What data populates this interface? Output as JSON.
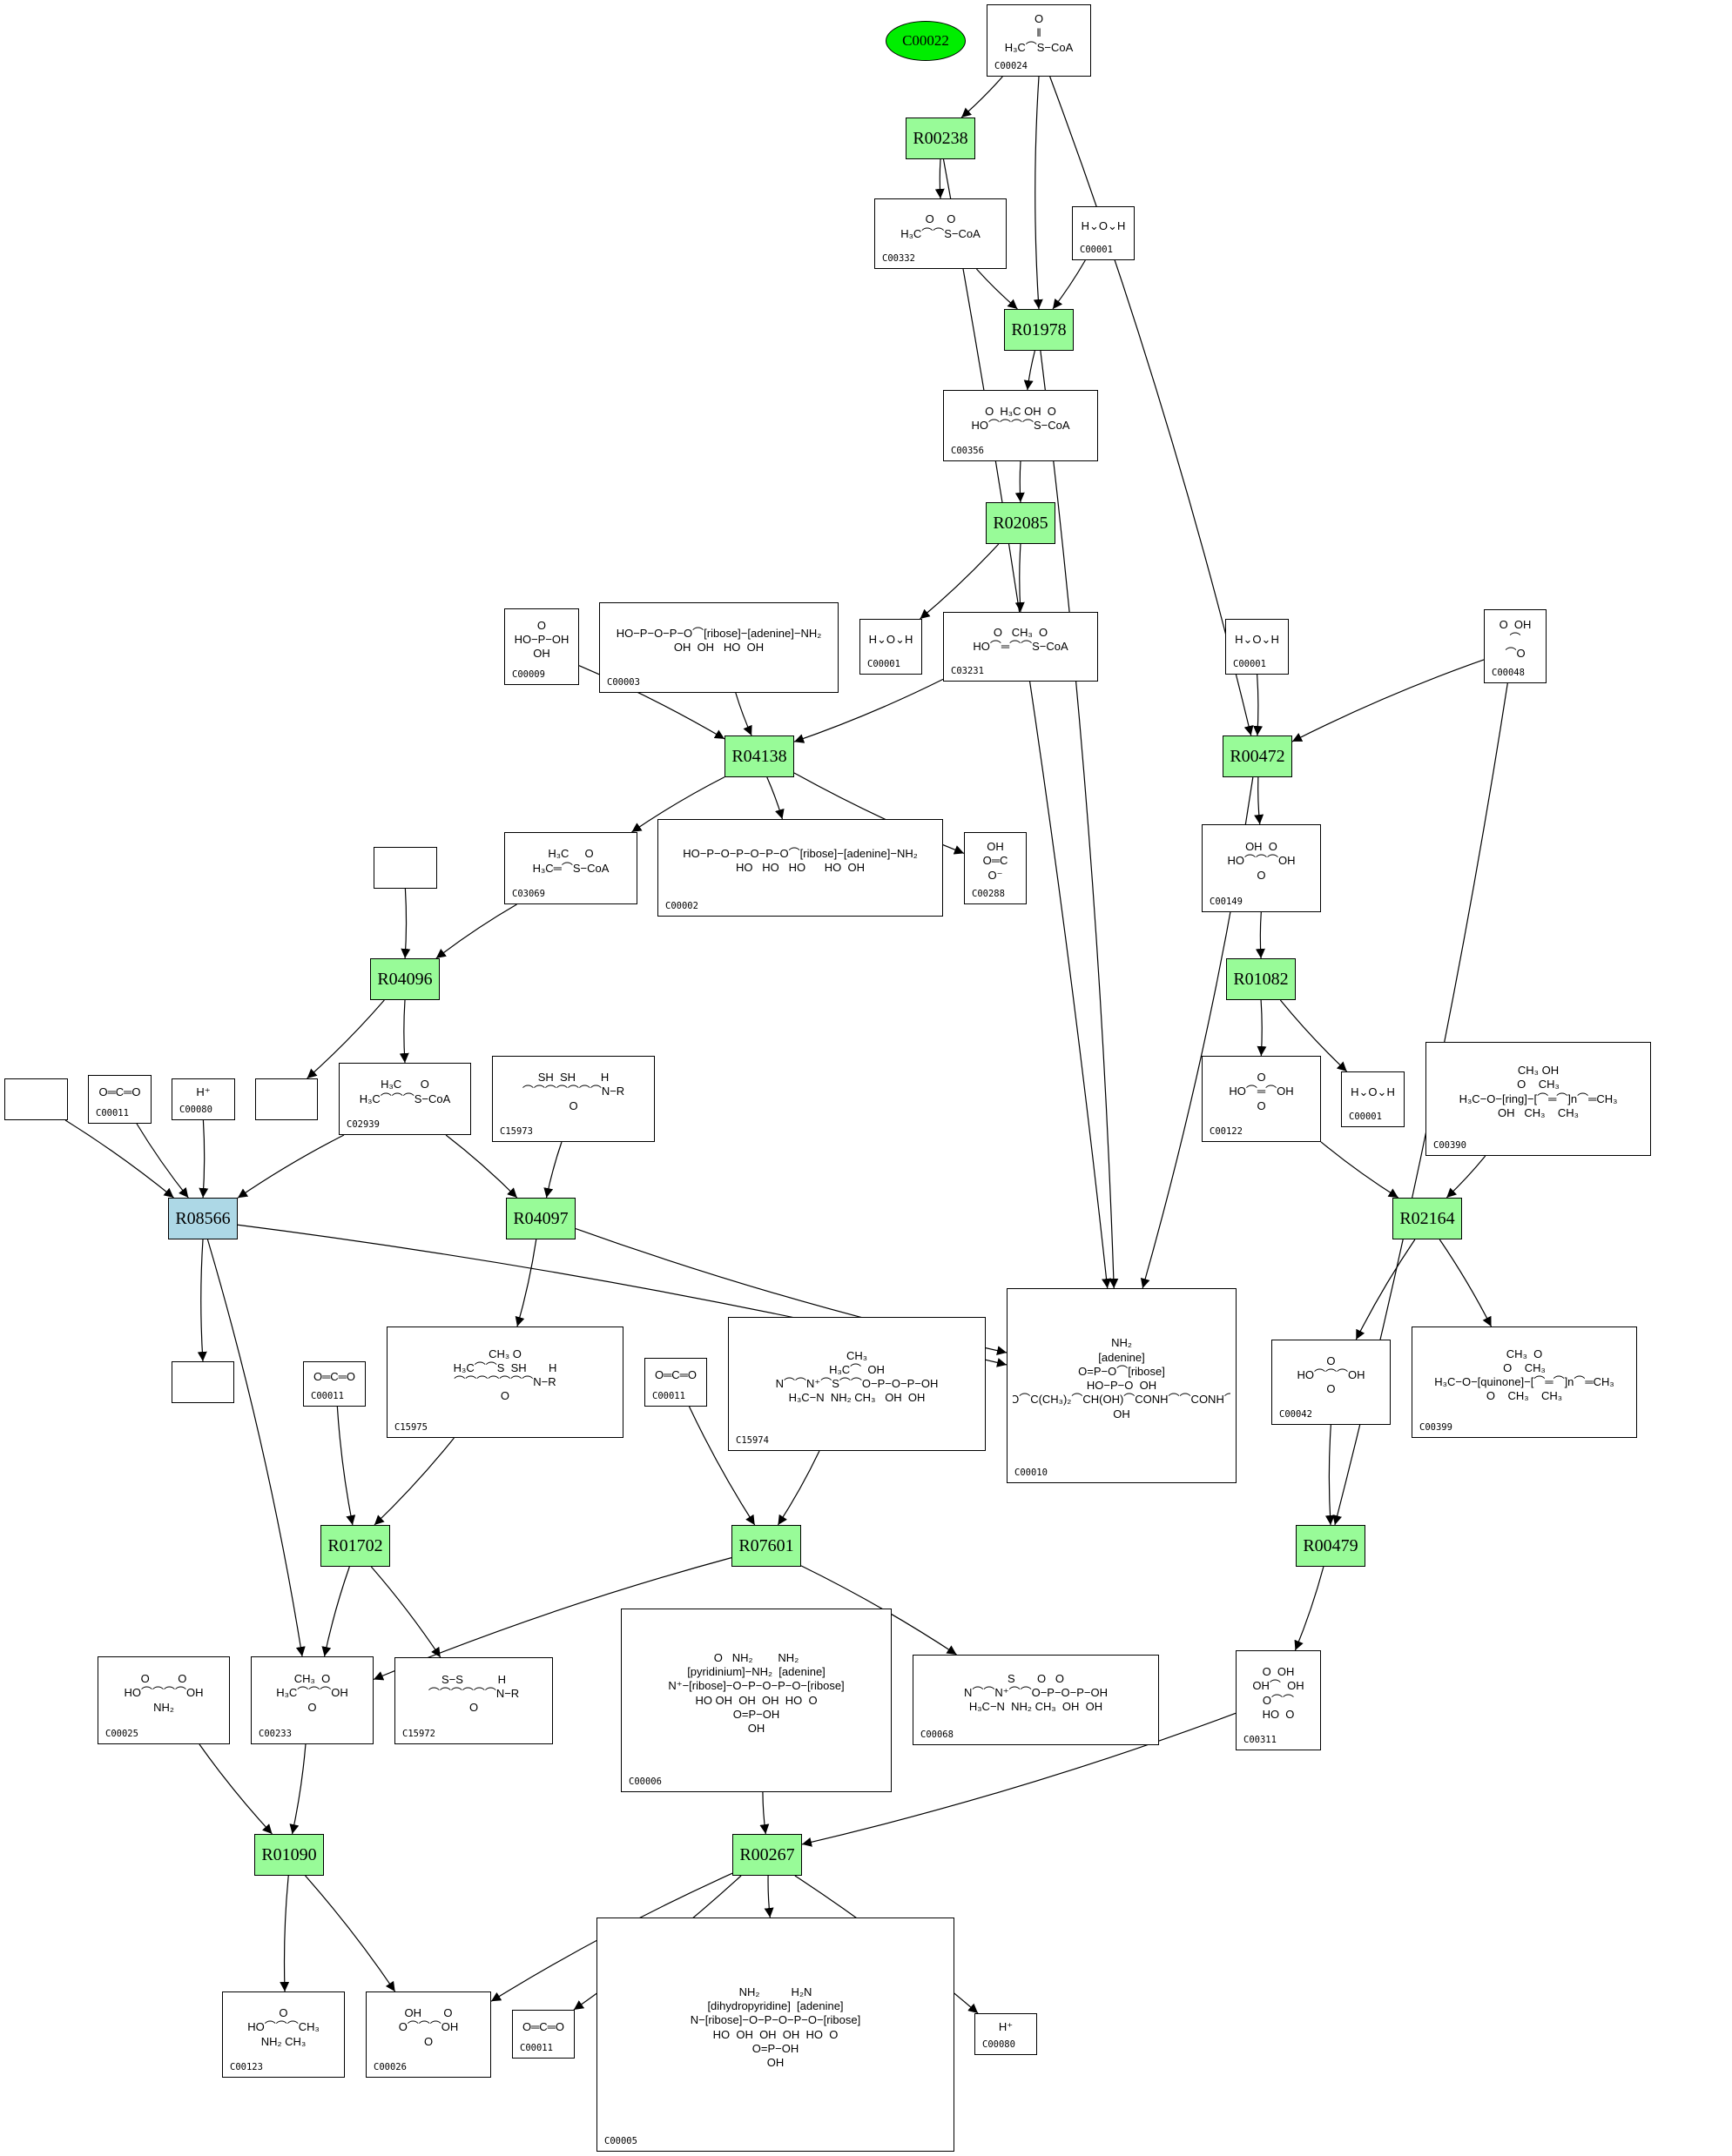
{
  "colors": {
    "reaction_fill": "#98fb98",
    "reaction_highlight_fill": "#add8e6",
    "start_node_fill": "#00ee00",
    "edge": "#000000"
  },
  "start_node": {
    "id": "C00022"
  },
  "reactions": {
    "R00238": "R00238",
    "R01978": "R01978",
    "R02085": "R02085",
    "R04138": "R04138",
    "R00472": "R00472",
    "R04096": "R04096",
    "R01082": "R01082",
    "R08566": "R08566",
    "R04097": "R04097",
    "R02164": "R02164",
    "R01702": "R01702",
    "R07601": "R07601",
    "R00479": "R00479",
    "R01090": "R01090",
    "R00267": "R00267"
  },
  "compounds": {
    "c00024": {
      "id": "C00024",
      "structure": "O\n‖\nH₃C⌒S−CoA"
    },
    "c00332": {
      "id": "C00332",
      "structure": "O    O\nH₃C⌒⌒S−CoA"
    },
    "c00001a": {
      "id": "C00001",
      "structure": "H⌄O⌄H"
    },
    "c00356": {
      "id": "C00356",
      "structure": "O  H₃C OH  O\nHO⌒⌒⌒⌒S−CoA"
    },
    "c00009": {
      "id": "C00009",
      "structure": "O\nHO−P−OH\nOH"
    },
    "c00003": {
      "id": "C00003",
      "structure": "HO−P−O−P−O⌒[ribose]−[adenine]−NH₂\nOH  OH   HO  OH"
    },
    "c00001b": {
      "id": "C00001",
      "structure": "H⌄O⌄H"
    },
    "c03231": {
      "id": "C03231",
      "structure": "O   CH₃  O\nHO⌒═⌒⌒S−CoA"
    },
    "c00001c": {
      "id": "C00001",
      "structure": "H⌄O⌄H"
    },
    "c00048": {
      "id": "C00048",
      "structure": "O  OH\n⌒\n⌒O"
    },
    "c03069": {
      "id": "C03069",
      "structure": "H₃C     O\nH₃C═⌒S−CoA"
    },
    "c00002": {
      "id": "C00002",
      "structure": "HO−P−O−P−O−P−O⌒[ribose]−[adenine]−NH₂\nHO   HO   HO      HO  OH"
    },
    "c00288": {
      "id": "C00288",
      "structure": "OH\nO═C\nO⁻"
    },
    "c00149": {
      "id": "C00149",
      "structure": "OH  O\nHO⌒⌒⌒OH\nO"
    },
    "empty1": {
      "id": "",
      "structure": ""
    },
    "empty2": {
      "id": "",
      "structure": ""
    },
    "emptyl": {
      "id": "",
      "structure": ""
    },
    "c00011a": {
      "id": "C00011",
      "structure": "O═C═O"
    },
    "c00080a": {
      "id": "C00080",
      "structure": "H⁺"
    },
    "c02939": {
      "id": "C02939",
      "structure": "H₃C      O\nH₃C⌒⌒⌒S−CoA"
    },
    "c15973": {
      "id": "C15973",
      "structure": "SH  SH        H\n⌒⌒⌒⌒⌒⌒⌒N−R\nO"
    },
    "c00122": {
      "id": "C00122",
      "structure": "O\nHO⌒═⌒OH\nO"
    },
    "c00001d": {
      "id": "C00001",
      "structure": "H⌄O⌄H"
    },
    "c00390": {
      "id": "C00390",
      "structure": "CH₃ OH\nO    CH₃\nH₃C−O−[ring]−[⌒═⌒]n⌒═CH₃\nOH   CH₃    CH₃"
    },
    "c00010": {
      "id": "C00010",
      "structure": "NH₂\n[adenine]\nO=P−O⌒[ribose]\nHO−P−O  OH\nO=P−O⌒C(CH₃)₂⌒CH(OH)⌒CONH⌒⌒CONH⌒⌒SH\nOH"
    },
    "c00042": {
      "id": "C00042",
      "structure": "O\nHO⌒⌒⌒OH\nO"
    },
    "c00399": {
      "id": "C00399",
      "structure": "CH₃  O\nO    CH₃\nH₃C−O−[quinone]−[⌒═⌒]n⌒═CH₃\nO    CH₃    CH₃"
    },
    "empty3": {
      "id": "",
      "structure": ""
    },
    "c00011b": {
      "id": "C00011",
      "structure": "O═C═O"
    },
    "c15975": {
      "id": "C15975",
      "structure": "CH₃ O\nH₃C⌒⌒S  SH       H\n⌒⌒⌒⌒⌒⌒⌒N−R\nO"
    },
    "c00011c": {
      "id": "C00011",
      "structure": "O═C═O"
    },
    "c15974": {
      "id": "C15974",
      "structure": "CH₃\nH₃C⌒  OH\nN⌒⌒N⁺⌒S⌒⌒O−P−O−P−OH\nH₃C−N  NH₂ CH₃   OH  OH"
    },
    "c00025": {
      "id": "C00025",
      "structure": "O         O\nHO⌒⌒⌒⌒OH\nNH₂"
    },
    "c00233": {
      "id": "C00233",
      "structure": "CH₃  O\nH₃C⌒⌒⌒OH\nO"
    },
    "c15972": {
      "id": "C15972",
      "structure": "S−S           H\n⌒⌒⌒⌒⌒⌒N−R\nO"
    },
    "c00006": {
      "id": "C00006",
      "structure": "O   NH₂        NH₂\n[pyridinium]−NH₂  [adenine]\nN⁺−[ribose]−O−P−O−P−O−[ribose]\nHO OH  OH  OH  HO  O\nO=P−OH\nOH"
    },
    "c00068": {
      "id": "C00068",
      "structure": "S       O   O\nN⌒⌒N⁺⌒⌒O−P−O−P−OH\nH₃C−N  NH₂ CH₃  OH  OH"
    },
    "c00311": {
      "id": "C00311",
      "structure": "O  OH\nOH⌒  OH\nO⌒⌒\nHO  O"
    },
    "c00123": {
      "id": "C00123",
      "structure": "O\nHO⌒⌒⌒CH₃\nNH₂ CH₃"
    },
    "c00026": {
      "id": "C00026",
      "structure": "OH       O\nO⌒⌒⌒OH\nO"
    },
    "c00011d": {
      "id": "C00011",
      "structure": "O═C═O"
    },
    "c00005": {
      "id": "C00005",
      "structure": "NH₂          H₂N\n[dihydropyridine]  [adenine]\nN−[ribose]−O−P−O−P−O−[ribose]\nHO  OH  OH  OH  HO  O\nO=P−OH\nOH"
    },
    "c00080b": {
      "id": "C00080",
      "structure": "H⁺"
    }
  },
  "edges": [
    [
      "c00024",
      "R00238"
    ],
    [
      "c00024",
      "R01978"
    ],
    [
      "c00024",
      "R00472"
    ],
    [
      "R00238",
      "c00332"
    ],
    [
      "R00238",
      "c00010"
    ],
    [
      "c00332",
      "R01978"
    ],
    [
      "c00001a",
      "R01978"
    ],
    [
      "R01978",
      "c00356"
    ],
    [
      "R01978",
      "c00010"
    ],
    [
      "c00356",
      "R02085"
    ],
    [
      "R02085",
      "c00001b"
    ],
    [
      "R02085",
      "c03231"
    ],
    [
      "c00009",
      "R04138"
    ],
    [
      "c00003",
      "R04138"
    ],
    [
      "c03231",
      "R04138"
    ],
    [
      "R04138",
      "c03069"
    ],
    [
      "R04138",
      "c00002"
    ],
    [
      "R04138",
      "c00288"
    ],
    [
      "c00001c",
      "R00472"
    ],
    [
      "c00048",
      "R00472"
    ],
    [
      "c00048",
      "R00479"
    ],
    [
      "R00472",
      "c00149"
    ],
    [
      "R00472",
      "c00010"
    ],
    [
      "c00149",
      "R01082"
    ],
    [
      "R01082",
      "c00122"
    ],
    [
      "R01082",
      "c00001d"
    ],
    [
      "empty1",
      "R04096"
    ],
    [
      "c03069",
      "R04096"
    ],
    [
      "R04096",
      "empty2"
    ],
    [
      "R04096",
      "c02939"
    ],
    [
      "emptyl",
      "R08566"
    ],
    [
      "c00011a",
      "R08566"
    ],
    [
      "c00080a",
      "R08566"
    ],
    [
      "c02939",
      "R08566"
    ],
    [
      "c02939",
      "R04097"
    ],
    [
      "c15973",
      "R04097"
    ],
    [
      "R08566",
      "c00010"
    ],
    [
      "R08566",
      "empty3"
    ],
    [
      "R08566",
      "c00233"
    ],
    [
      "R04097",
      "c00010"
    ],
    [
      "R04097",
      "c15975"
    ],
    [
      "c00122",
      "R02164"
    ],
    [
      "c00390",
      "R02164"
    ],
    [
      "R02164",
      "c00042"
    ],
    [
      "R02164",
      "c00399"
    ],
    [
      "c00042",
      "R00479"
    ],
    [
      "R00479",
      "c00311"
    ],
    [
      "c00011b",
      "R01702"
    ],
    [
      "c15975",
      "R01702"
    ],
    [
      "R01702",
      "c00233"
    ],
    [
      "R01702",
      "c15972"
    ],
    [
      "c00011c",
      "R07601"
    ],
    [
      "c15974",
      "R07601"
    ],
    [
      "R07601",
      "c00233"
    ],
    [
      "R07601",
      "c00068"
    ],
    [
      "c00025",
      "R01090"
    ],
    [
      "c00233",
      "R01090"
    ],
    [
      "R01090",
      "c00123"
    ],
    [
      "R01090",
      "c00026"
    ],
    [
      "c00006",
      "R00267"
    ],
    [
      "c00311",
      "R00267"
    ],
    [
      "R00267",
      "c00026"
    ],
    [
      "R00267",
      "c00011d"
    ],
    [
      "R00267",
      "c00005"
    ],
    [
      "R00267",
      "c00080b"
    ]
  ]
}
